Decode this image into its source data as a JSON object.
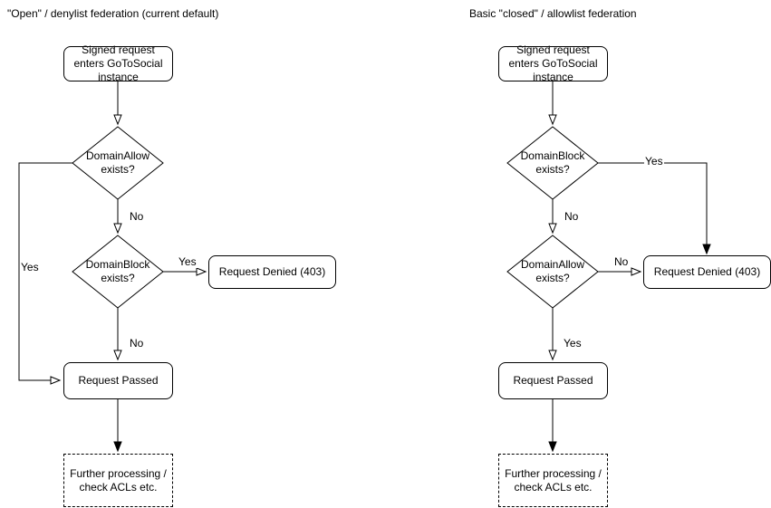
{
  "colors": {
    "background": "#ffffff",
    "stroke": "#000000",
    "text": "#000000"
  },
  "charts": {
    "left": {
      "title": "\"Open\" / denylist federation (current default)",
      "nodes": {
        "start": "Signed request enters GoToSocial instance",
        "decision1": "DomainAllow exists?",
        "decision2": "DomainBlock exists?",
        "denied": "Request Denied (403)",
        "passed": "Request Passed",
        "further": "Further processing / check ACLs etc."
      },
      "edge_labels": {
        "decision1_no": "No",
        "decision1_yes": "Yes",
        "decision2_yes": "Yes",
        "decision2_no": "No"
      }
    },
    "right": {
      "title": "Basic \"closed\" / allowlist federation",
      "nodes": {
        "start": "Signed request enters GoToSocial instance",
        "decision1": "DomainBlock exists?",
        "decision2": "DomainAllow exists?",
        "denied": "Request Denied (403)",
        "passed": "Request Passed",
        "further": "Further processing / check ACLs etc."
      },
      "edge_labels": {
        "decision1_yes": "Yes",
        "decision1_no": "No",
        "decision2_no": "No",
        "decision2_yes": "Yes"
      }
    }
  }
}
